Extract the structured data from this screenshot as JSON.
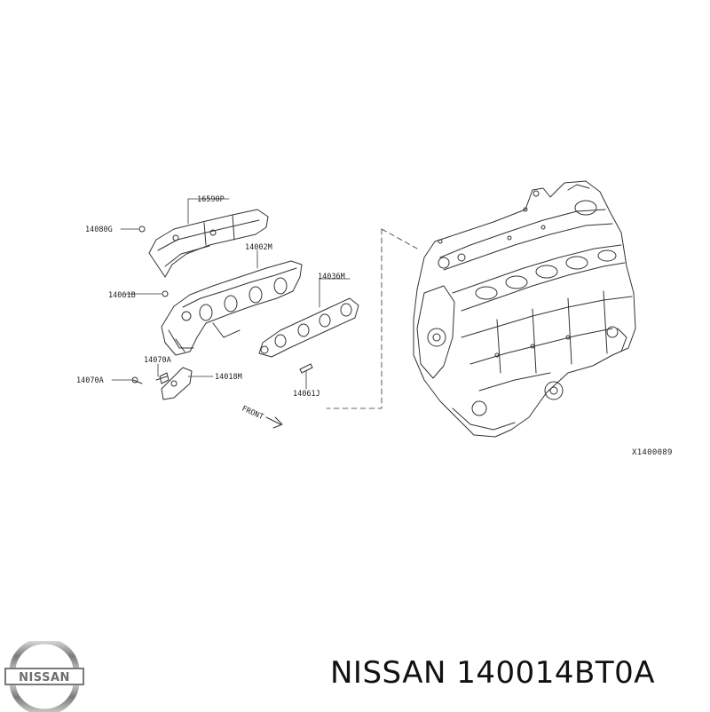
{
  "diagram": {
    "part_labels": {
      "heat_shield": "16590P",
      "bolt_top": "14080G",
      "manifold": "14002M",
      "bolt_mid": "14061B",
      "gasket": "14036M",
      "stud_a": "14070A",
      "stud_b": "14070A",
      "bracket": "14018M",
      "stud_j": "14061J"
    },
    "front_label": "FRONT",
    "drawing_code": "X1400089"
  },
  "brand": {
    "logo_text": "NISSAN",
    "caption": "NISSAN 140014BT0A"
  },
  "colors": {
    "line": "#333333",
    "text": "#111111",
    "logo_gray": "#8a8a8a"
  }
}
